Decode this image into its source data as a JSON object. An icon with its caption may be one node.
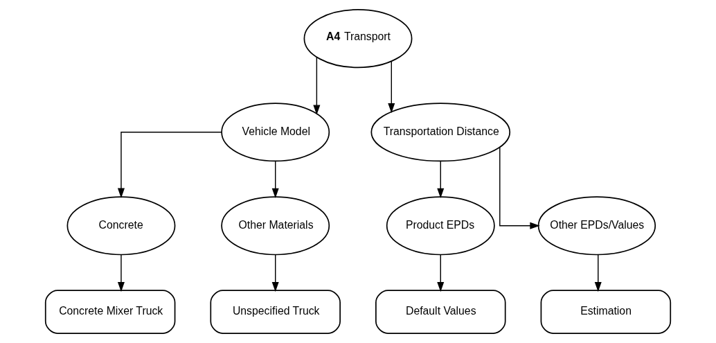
{
  "diagram": {
    "nodes": [
      {
        "text": [
          "**A4** Transport"
        ]
      },
      {
        "text": [
          "Vehicle Model"
        ]
      },
      {
        "text": [
          "Transportation Distance"
        ]
      },
      {
        "text": [
          "Concrete"
        ]
      },
      {
        "text": [
          "Other Materials"
        ]
      },
      {
        "text": [
          "Product EPDs"
        ]
      },
      {
        "text": [
          "Other EPDs/Values"
        ]
      },
      {
        "text": [
          "Concrete Mixer Truck"
        ]
      },
      {
        "text": [
          "Unspecified Truck"
        ]
      },
      {
        "text": [
          "Default Values"
        ]
      },
      {
        "text": [
          "Estimation"
        ]
      }
    ],
    "edges": [
      {
        "from": 0,
        "to": 1,
        "arrow": "to"
      },
      {
        "from": 0,
        "to": 2,
        "arrow": "to"
      },
      {
        "from": 1,
        "to": 3,
        "arrow": "to"
      },
      {
        "from": 1,
        "to": 4,
        "arrow": "to"
      },
      {
        "from": 2,
        "to": 5,
        "arrow": "to"
      },
      {
        "from": 2,
        "to": 6,
        "arrow": "to"
      },
      {
        "from": 3,
        "to": 7,
        "arrow": "to"
      },
      {
        "from": 4,
        "to": 8,
        "arrow": "to"
      },
      {
        "from": 5,
        "to": 9,
        "arrow": "to"
      },
      {
        "from": 6,
        "to": 10,
        "arrow": "to"
      }
    ]
  }
}
